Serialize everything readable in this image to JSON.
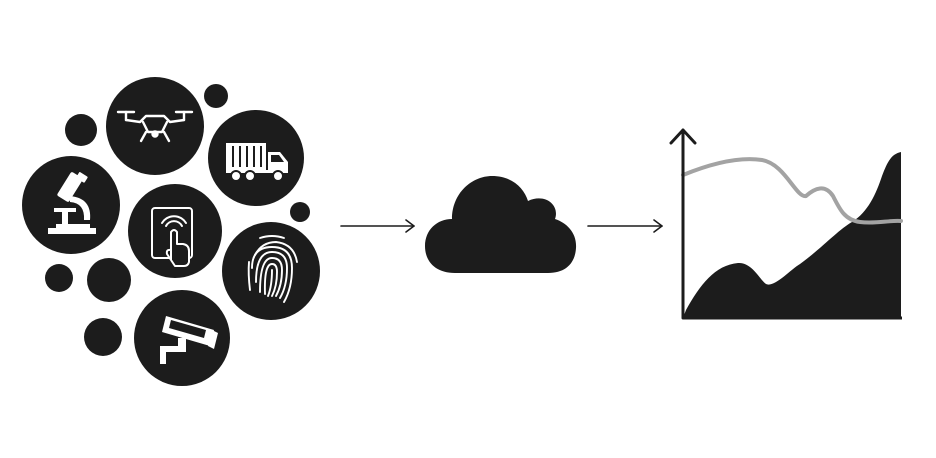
{
  "diagram": {
    "flow": [
      "data-sources",
      "cloud",
      "analytics-chart"
    ],
    "sources": [
      {
        "icon": "drone-icon"
      },
      {
        "icon": "delivery-truck-icon"
      },
      {
        "icon": "microscope-icon"
      },
      {
        "icon": "touch-tablet-icon"
      },
      {
        "icon": "fingerprint-icon"
      },
      {
        "icon": "security-camera-icon"
      }
    ],
    "hub_icon": "cloud-icon",
    "result_icon": "area-line-chart-icon",
    "colors": {
      "primary": "#1c1c1c",
      "background": "#ffffff",
      "line_series": "#a3a3a3"
    }
  }
}
